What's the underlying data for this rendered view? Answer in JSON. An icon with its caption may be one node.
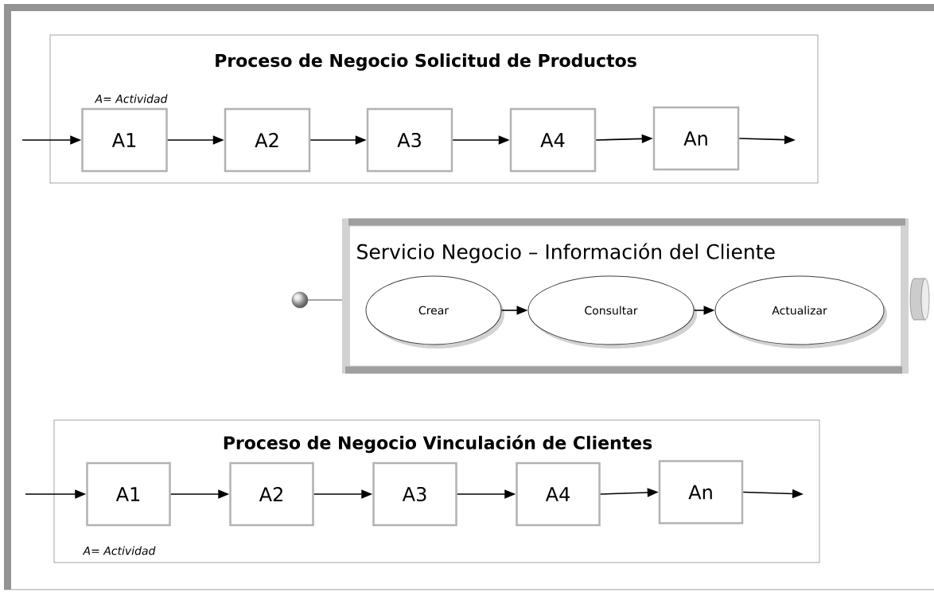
{
  "diagram": {
    "nodes": [
      {
        "text": [
          "Proceso de Negocio Solicitud de Productos",
          "A= Actividad"
        ]
      },
      {
        "text": [
          "A1"
        ],
        "in": 0
      },
      {
        "text": [
          "A2"
        ],
        "in": 0
      },
      {
        "text": [
          "A3"
        ],
        "in": 0
      },
      {
        "text": [
          "A4"
        ],
        "in": 0
      },
      {
        "text": [
          "An"
        ],
        "in": 0
      },
      {
        "text": [
          "Servicio Negocio – Información del Cliente"
        ]
      },
      {
        "text": [
          "Crear"
        ],
        "in": 6
      },
      {
        "text": [
          "Consultar"
        ],
        "in": 6
      },
      {
        "text": [
          "Actualizar"
        ],
        "in": 6
      },
      {
        "text": [],
        "shape": "circle"
      },
      {
        "text": [],
        "shape": "cylinder"
      },
      {
        "text": [
          "Proceso de Negocio Vinculación de Clientes",
          "A= Actividad"
        ]
      },
      {
        "text": [
          "A1"
        ],
        "in": 12
      },
      {
        "text": [
          "A2"
        ],
        "in": 12
      },
      {
        "text": [
          "A3"
        ],
        "in": 12
      },
      {
        "text": [
          "A4"
        ],
        "in": 12
      },
      {
        "text": [
          "An"
        ],
        "in": 12
      }
    ],
    "edges": [
      {
        "from": null,
        "to": 1,
        "arrow": "to"
      },
      {
        "from": 1,
        "to": 2,
        "arrow": "to"
      },
      {
        "from": 2,
        "to": 3,
        "arrow": "to"
      },
      {
        "from": 3,
        "to": 4,
        "arrow": "to"
      },
      {
        "from": 4,
        "to": 5,
        "arrow": "to"
      },
      {
        "from": 5,
        "to": null,
        "arrow": "to"
      },
      {
        "from": 7,
        "to": 8,
        "arrow": "to"
      },
      {
        "from": 8,
        "to": 9,
        "arrow": "to"
      },
      {
        "from": 10,
        "to": 6,
        "arrow": "none"
      },
      {
        "from": null,
        "to": 13,
        "arrow": "to"
      },
      {
        "from": 13,
        "to": 14,
        "arrow": "to"
      },
      {
        "from": 14,
        "to": 15,
        "arrow": "to"
      },
      {
        "from": 15,
        "to": 16,
        "arrow": "to"
      },
      {
        "from": 16,
        "to": 17,
        "arrow": "to"
      },
      {
        "from": 17,
        "to": null,
        "arrow": "to"
      }
    ]
  }
}
